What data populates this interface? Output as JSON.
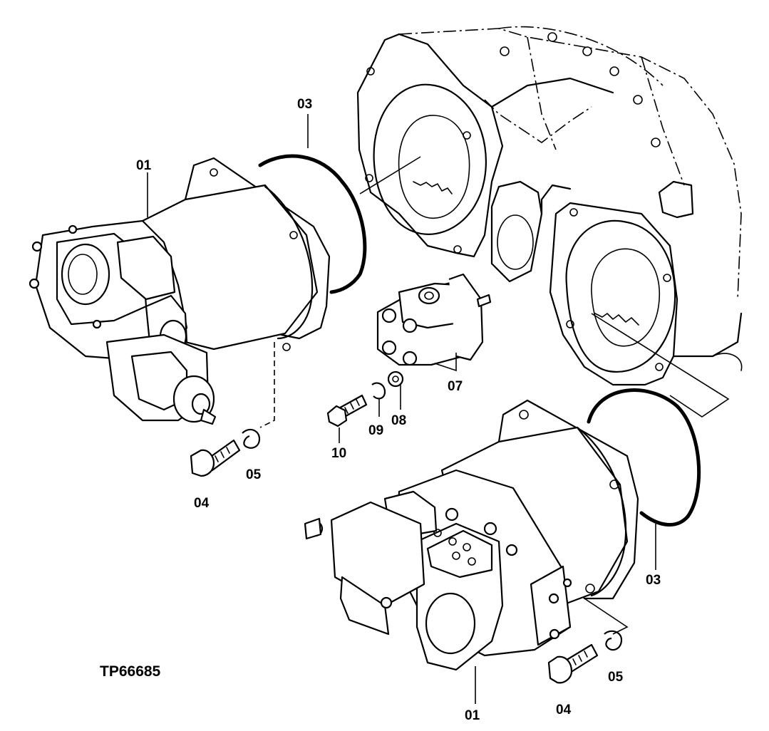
{
  "figure": {
    "id": "TP66685"
  },
  "callouts": {
    "c01_top": "01",
    "c03_top": "03",
    "c04_top": "04",
    "c05_top": "05",
    "c07": "07",
    "c08": "08",
    "c09": "09",
    "c10": "10",
    "c03_bottom": "03",
    "c05_bottom": "05",
    "c04_bottom": "04",
    "c01_bottom": "01"
  },
  "colors": {
    "ink": "#000000",
    "paper": "#ffffff"
  }
}
